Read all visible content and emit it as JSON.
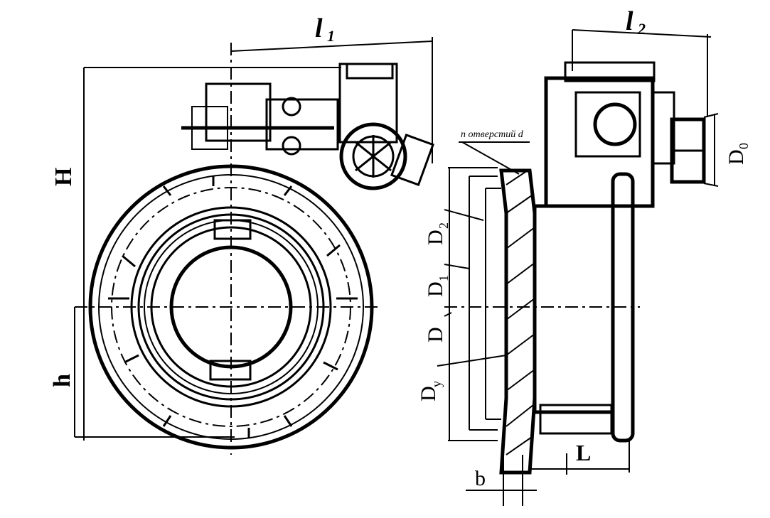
{
  "labels": {
    "l1": "l",
    "l1_sub": "1",
    "l2": "l",
    "l2_sub": "2",
    "H": "H",
    "h": "h",
    "D0": "D",
    "D0_sub": "0",
    "holes": "n отверстий d",
    "D2": "D",
    "D2_sub": "2",
    "D1": "D",
    "D1_sub": "1",
    "D": "D",
    "Dy": "D",
    "Dy_sub": "y",
    "b": "b",
    "L": "L"
  }
}
